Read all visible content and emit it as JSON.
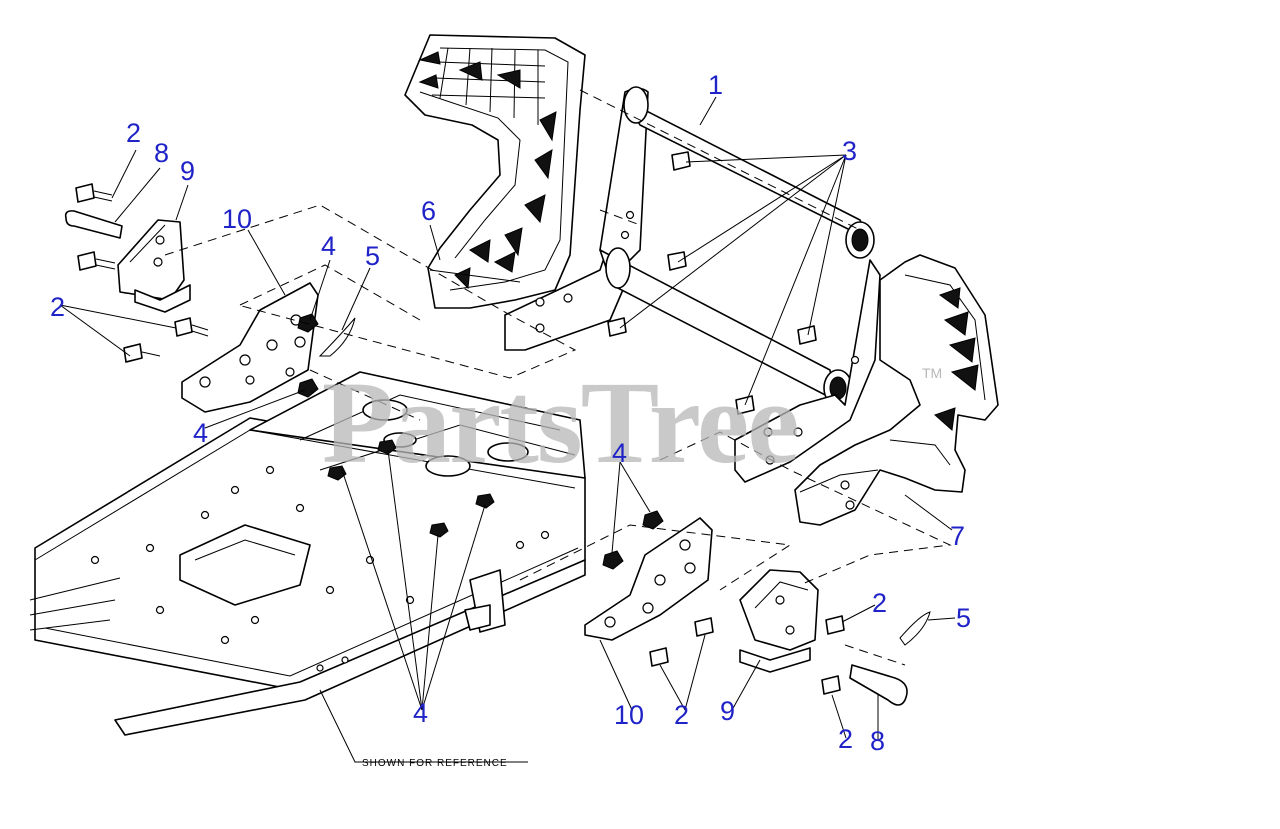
{
  "watermark": {
    "text": "PartsTree",
    "trademark": "TM",
    "color": "#b8b8b8"
  },
  "note": "SHOWN FOR REFERENCE",
  "callout_color": "#1f23c8",
  "callouts": [
    {
      "id": "c1",
      "label": "1"
    },
    {
      "id": "c3",
      "label": "3"
    },
    {
      "id": "c6",
      "label": "6"
    },
    {
      "id": "c2a",
      "label": "2"
    },
    {
      "id": "c8a",
      "label": "8"
    },
    {
      "id": "c9a",
      "label": "9"
    },
    {
      "id": "c10a",
      "label": "10"
    },
    {
      "id": "c4a",
      "label": "4"
    },
    {
      "id": "c5a",
      "label": "5"
    },
    {
      "id": "c2b",
      "label": "2"
    },
    {
      "id": "c4b",
      "label": "4"
    },
    {
      "id": "c4c",
      "label": "4"
    },
    {
      "id": "c7",
      "label": "7"
    },
    {
      "id": "c2c",
      "label": "2"
    },
    {
      "id": "c5b",
      "label": "5"
    },
    {
      "id": "c4d",
      "label": "4"
    },
    {
      "id": "c10b",
      "label": "10"
    },
    {
      "id": "c2d",
      "label": "2"
    },
    {
      "id": "c9b",
      "label": "9"
    },
    {
      "id": "c2e",
      "label": "2"
    },
    {
      "id": "c8b",
      "label": "8"
    }
  ]
}
